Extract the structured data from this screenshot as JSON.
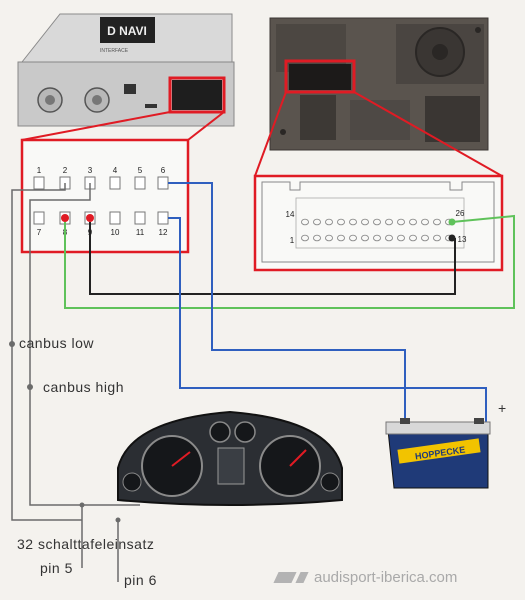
{
  "module": {
    "brand": "D NAVI",
    "model": "INTERFACE"
  },
  "connector_a": {
    "top_pins": [
      "1",
      "2",
      "3",
      "4",
      "5",
      "6"
    ],
    "bottom_pins": [
      "7",
      "8",
      "9",
      "10",
      "11",
      "12"
    ]
  },
  "connector_b": {
    "pin_14": "14",
    "pin_1": "1",
    "pin_26": "26",
    "pin_13": "13"
  },
  "labels": {
    "canbus_low": "canbus low",
    "canbus_high": "canbus high",
    "cluster": "32 schalttafeleinsatz",
    "pin5": "pin 5",
    "pin6": "pin 6",
    "plus": "+"
  },
  "battery": {
    "brand": "HOPPECKE"
  },
  "watermark": "audisport-iberica.com",
  "colors": {
    "red": "#e01b24",
    "blue": "#2f5fbf",
    "green": "#5fc25a",
    "black": "#222222",
    "gray_wire": "#6b6b6b"
  }
}
